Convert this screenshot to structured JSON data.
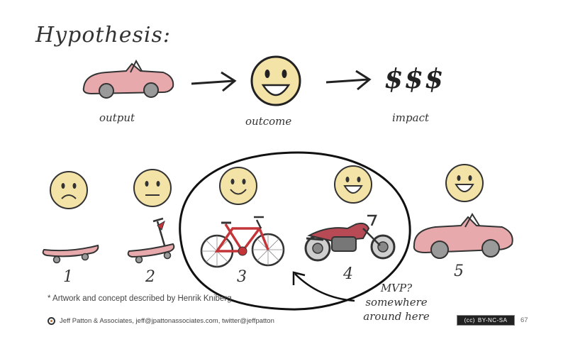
{
  "title": "Hypothesis:",
  "flow": {
    "output_label": "output",
    "outcome_label": "outcome",
    "impact_label": "impact",
    "impact_symbols": "$$$"
  },
  "stages": [
    {
      "number": "1",
      "vehicle": "skateboard",
      "mood": "sad"
    },
    {
      "number": "2",
      "vehicle": "scooter",
      "mood": "neutral"
    },
    {
      "number": "3",
      "vehicle": "bicycle",
      "mood": "smile"
    },
    {
      "number": "4",
      "vehicle": "motorcycle",
      "mood": "happy"
    },
    {
      "number": "5",
      "vehicle": "car",
      "mood": "happy"
    }
  ],
  "mvp_note": {
    "line1": "MVP?",
    "line2": "somewhere",
    "line3": "around here"
  },
  "footnote": "* Artwork and concept described by Henrik Kniberg",
  "footer_text": "Jeff Patton & Associates, jeff@jpattonassociates.com, twitter@jeffpatton",
  "license": "BY-NC-SA",
  "page_number": "67",
  "colors": {
    "face": "#f4e3a6",
    "vehicle_pink": "#e8a9ad",
    "bike_red": "#c4353a",
    "wheel_gray": "#9a9a9a"
  }
}
